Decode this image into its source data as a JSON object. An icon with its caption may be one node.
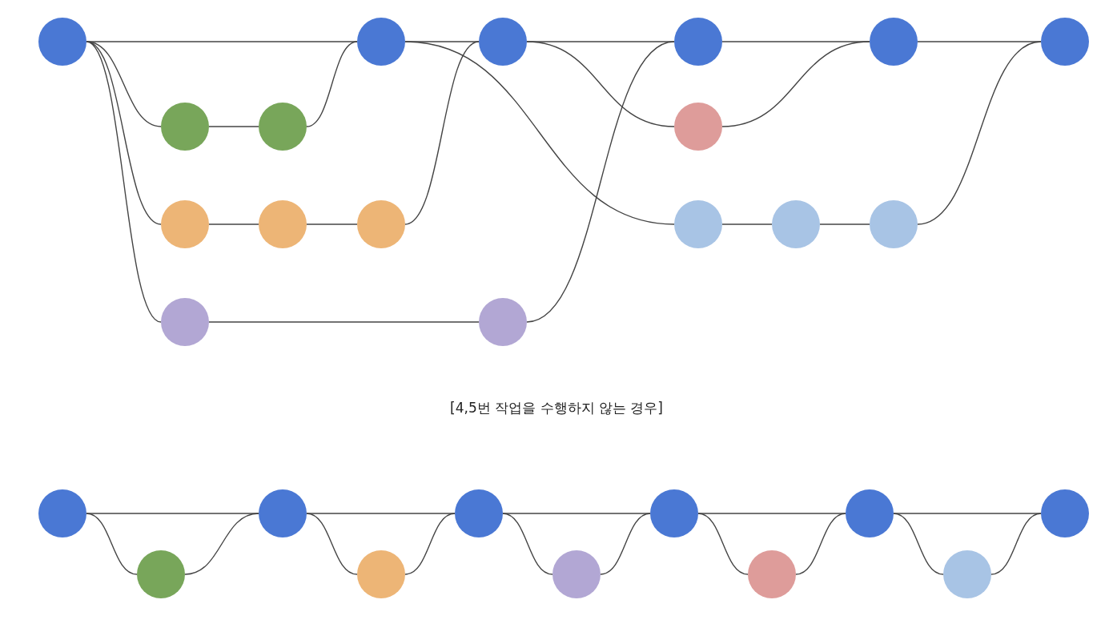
{
  "diagram": {
    "nodes": [
      {
        "text": [],
        "shape": "circle"
      },
      {
        "text": [],
        "shape": "circle"
      },
      {
        "text": [],
        "shape": "circle"
      },
      {
        "text": [],
        "shape": "circle"
      },
      {
        "text": [],
        "shape": "circle"
      },
      {
        "text": [],
        "shape": "circle"
      },
      {
        "text": [],
        "shape": "circle"
      },
      {
        "text": [],
        "shape": "circle"
      },
      {
        "text": [],
        "shape": "circle"
      },
      {
        "text": [],
        "shape": "circle"
      },
      {
        "text": [],
        "shape": "circle"
      },
      {
        "text": [],
        "shape": "circle"
      },
      {
        "text": [],
        "shape": "circle"
      },
      {
        "text": [],
        "shape": "circle"
      },
      {
        "text": [],
        "shape": "circle"
      },
      {
        "text": [],
        "shape": "circle"
      },
      {
        "text": [],
        "shape": "circle"
      },
      {
        "text": [],
        "shape": "circle"
      },
      {
        "text": [],
        "shape": "circle"
      },
      {
        "text": [],
        "shape": "circle"
      },
      {
        "text": [],
        "shape": "circle"
      },
      {
        "text": [],
        "shape": "circle"
      },
      {
        "text": [],
        "shape": "circle"
      },
      {
        "text": [],
        "shape": "circle"
      },
      {
        "text": [],
        "shape": "circle"
      },
      {
        "text": [],
        "shape": "circle"
      },
      {
        "text": [],
        "shape": "circle"
      },
      {
        "text": [],
        "shape": "circle"
      }
    ],
    "edges": [
      {
        "from": 0,
        "to": 1,
        "arrow": "none"
      },
      {
        "from": 1,
        "to": 2,
        "arrow": "none"
      },
      {
        "from": 2,
        "to": 3,
        "arrow": "none"
      },
      {
        "from": 3,
        "to": 4,
        "arrow": "none"
      },
      {
        "from": 4,
        "to": 5,
        "arrow": "none"
      },
      {
        "from": 0,
        "to": 6,
        "arrow": "none"
      },
      {
        "from": 6,
        "to": 7,
        "arrow": "none"
      },
      {
        "from": 7,
        "to": 1,
        "arrow": "none"
      },
      {
        "from": 0,
        "to": 8,
        "arrow": "none"
      },
      {
        "from": 8,
        "to": 9,
        "arrow": "none"
      },
      {
        "from": 9,
        "to": 10,
        "arrow": "none"
      },
      {
        "from": 10,
        "to": 2,
        "arrow": "none"
      },
      {
        "from": 0,
        "to": 11,
        "arrow": "none"
      },
      {
        "from": 11,
        "to": 12,
        "arrow": "none"
      },
      {
        "from": 12,
        "to": 3,
        "arrow": "none"
      },
      {
        "from": 2,
        "to": 13,
        "arrow": "none"
      },
      {
        "from": 13,
        "to": 4,
        "arrow": "none"
      },
      {
        "from": 1,
        "to": 14,
        "arrow": "none"
      },
      {
        "from": 14,
        "to": 15,
        "arrow": "none"
      },
      {
        "from": 15,
        "to": 16,
        "arrow": "none"
      },
      {
        "from": 16,
        "to": 5,
        "arrow": "none"
      },
      {
        "from": 17,
        "to": 18,
        "arrow": "none"
      },
      {
        "from": 18,
        "to": 19,
        "arrow": "none"
      },
      {
        "from": 19,
        "to": 20,
        "arrow": "none"
      },
      {
        "from": 20,
        "to": 21,
        "arrow": "none"
      },
      {
        "from": 21,
        "to": 22,
        "arrow": "none"
      },
      {
        "from": 17,
        "to": 23,
        "arrow": "none"
      },
      {
        "from": 23,
        "to": 18,
        "arrow": "none"
      },
      {
        "from": 18,
        "to": 24,
        "arrow": "none"
      },
      {
        "from": 24,
        "to": 19,
        "arrow": "none"
      },
      {
        "from": 19,
        "to": 25,
        "arrow": "none"
      },
      {
        "from": 25,
        "to": 20,
        "arrow": "none"
      },
      {
        "from": 20,
        "to": 26,
        "arrow": "none"
      },
      {
        "from": 26,
        "to": 21,
        "arrow": "none"
      },
      {
        "from": 21,
        "to": 27,
        "arrow": "none"
      },
      {
        "from": 27,
        "to": 22,
        "arrow": "none"
      }
    ],
    "labels": [
      "[4,5번 작업을 수행하지 않는 경우]"
    ]
  }
}
